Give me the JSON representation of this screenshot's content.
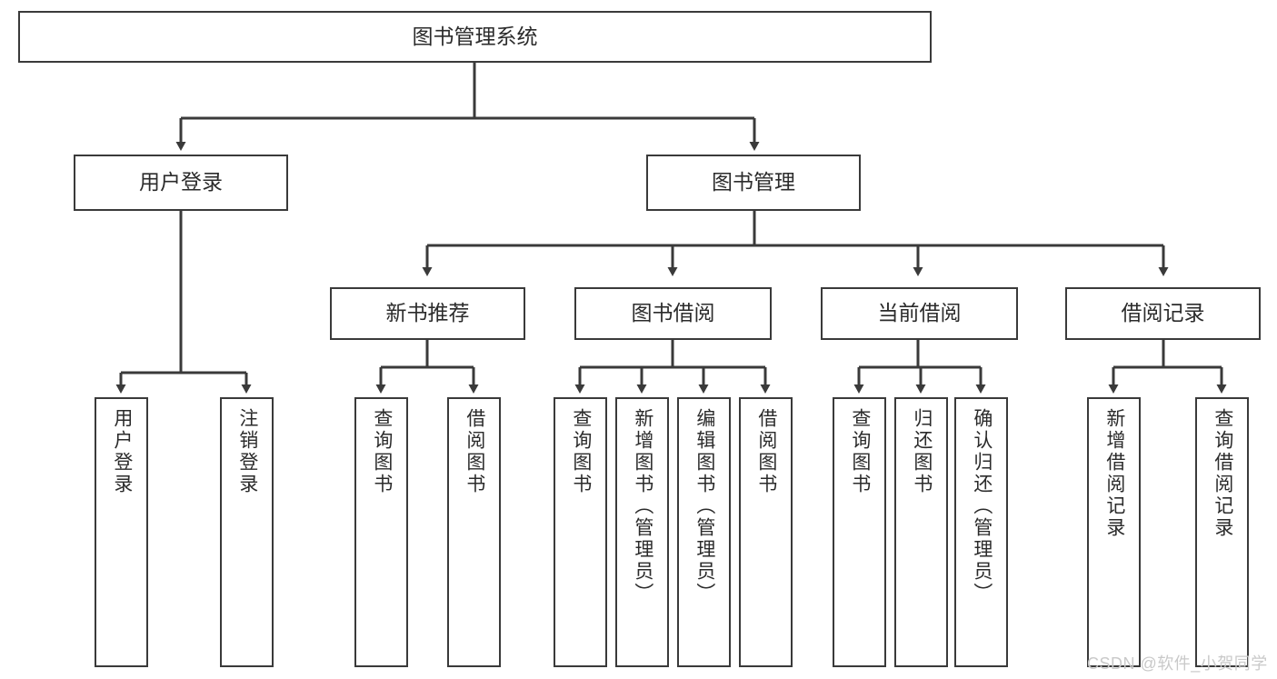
{
  "diagram": {
    "title": "图书管理系统",
    "type": "tree-hierarchy-chart",
    "orientation": "top-down",
    "watermark": "CSDN @软件_小贺同学",
    "colors": {
      "box_border": "#3a3a3a",
      "box_fill": "#ffffff",
      "connector": "#3a3a3a",
      "text": "#2b2b2b",
      "watermark": "#c9c9c9",
      "background": "#ffffff"
    },
    "nodes": {
      "root": {
        "label": "图书管理系统",
        "level": 1
      },
      "level2": [
        {
          "id": "user-login",
          "label": "用户登录"
        },
        {
          "id": "book-manage",
          "label": "图书管理"
        }
      ],
      "level3": [
        {
          "id": "new-book-recommend",
          "label": "新书推荐",
          "parent": "book-manage"
        },
        {
          "id": "book-borrow",
          "label": "图书借阅",
          "parent": "book-manage"
        },
        {
          "id": "current-borrow",
          "label": "当前借阅",
          "parent": "book-manage"
        },
        {
          "id": "borrow-record",
          "label": "借阅记录",
          "parent": "book-manage"
        }
      ],
      "leaves": {
        "user-login": [
          {
            "id": "leaf-user-login",
            "label": "用户登录"
          },
          {
            "id": "leaf-logout-login",
            "label": "注销登录"
          }
        ],
        "new-book-recommend": [
          {
            "id": "leaf-query-book-1",
            "label": "查询图书"
          },
          {
            "id": "leaf-borrow-book-1",
            "label": "借阅图书"
          }
        ],
        "book-borrow": [
          {
            "id": "leaf-query-book-2",
            "label": "查询图书"
          },
          {
            "id": "leaf-add-book",
            "label": "新增图书（管理员）"
          },
          {
            "id": "leaf-edit-book",
            "label": "编辑图书（管理员）"
          },
          {
            "id": "leaf-borrow-book-2",
            "label": "借阅图书"
          }
        ],
        "current-borrow": [
          {
            "id": "leaf-query-book-3",
            "label": "查询图书"
          },
          {
            "id": "leaf-return-book",
            "label": "归还图书"
          },
          {
            "id": "leaf-confirm-return",
            "label": "确认归还（管理员）"
          }
        ],
        "borrow-record": [
          {
            "id": "leaf-add-record",
            "label": "新增借阅记录"
          },
          {
            "id": "leaf-query-record",
            "label": "查询借阅记录"
          }
        ]
      }
    }
  }
}
